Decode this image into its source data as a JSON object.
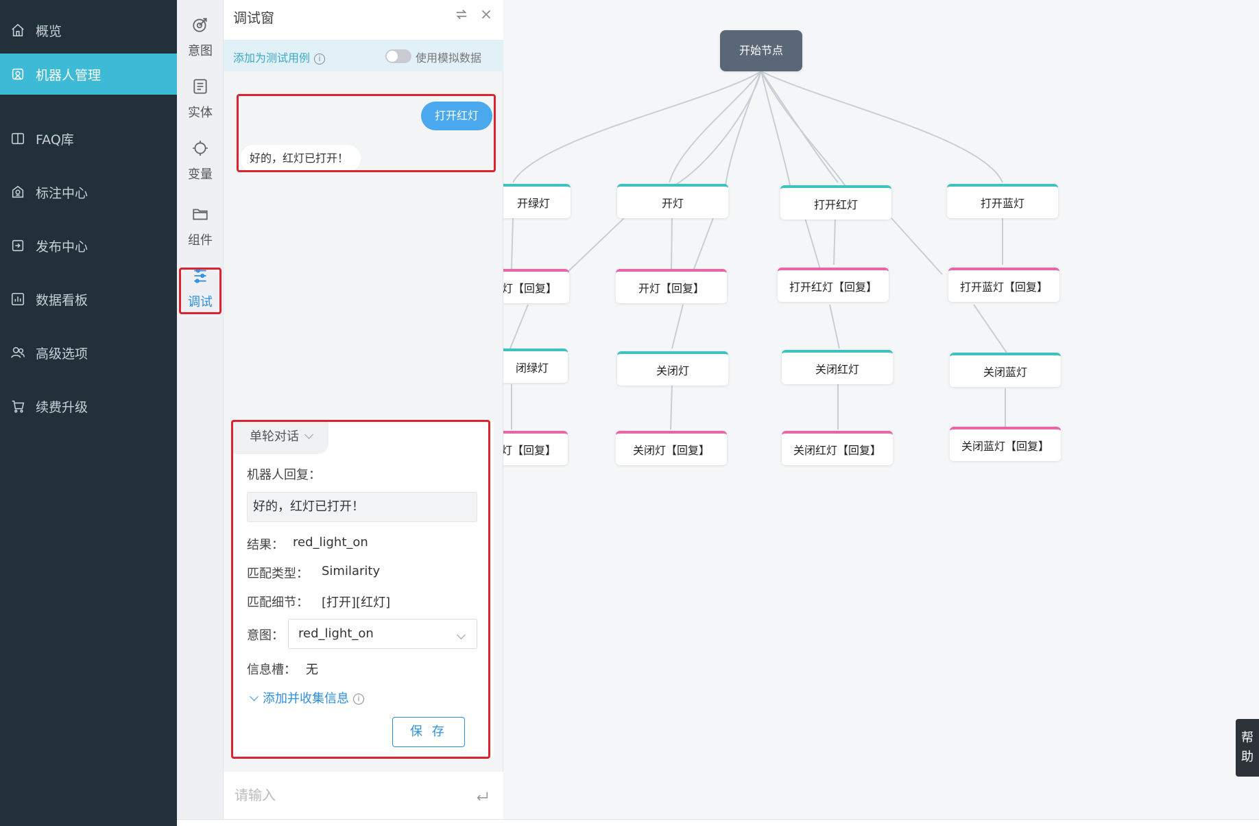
{
  "sidebar": {
    "items": [
      {
        "label": "概览",
        "icon": "home-icon",
        "active": false
      },
      {
        "label": "机器人管理",
        "icon": "robot-icon",
        "active": true
      },
      {
        "label": "FAQ库",
        "icon": "book-icon",
        "active": false
      },
      {
        "label": "标注中心",
        "icon": "tag-icon",
        "active": false
      },
      {
        "label": "发布中心",
        "icon": "publish-icon",
        "active": false
      },
      {
        "label": "数据看板",
        "icon": "chart-icon",
        "active": false
      },
      {
        "label": "高级选项",
        "icon": "users-icon",
        "active": false
      },
      {
        "label": "续费升级",
        "icon": "cart-icon",
        "active": false
      }
    ]
  },
  "rail": {
    "items": [
      {
        "label": "意图",
        "icon": "target-icon"
      },
      {
        "label": "实体",
        "icon": "document-icon"
      },
      {
        "label": "变量",
        "icon": "crosshair-icon"
      },
      {
        "label": "组件",
        "icon": "folder-icon"
      },
      {
        "label": "调试",
        "icon": "sliders-icon",
        "active": true
      }
    ]
  },
  "debug": {
    "title": "调试窗",
    "add_case": "添加为测试用例",
    "mock_toggle_label": "使用模拟数据",
    "mock_toggle_on": false,
    "user_message": "打开红灯",
    "bot_message": "好的，红灯已打开！",
    "mode": "单轮对话",
    "reply_label": "机器人回复：",
    "reply_value": "好的，红灯已打开！",
    "result_label": "结果：",
    "result_value": "red_light_on",
    "match_type_label": "匹配类型：",
    "match_type_value": "Similarity",
    "match_detail_label": "匹配细节：",
    "match_detail_value": "[打开][红灯]",
    "intent_label": "意图：",
    "intent_value": "red_light_on",
    "slot_label": "信息槽：",
    "slot_value": "无",
    "collect_link": "添加并收集信息",
    "save_button": "保 存",
    "input_placeholder": "请输入"
  },
  "flow": {
    "start": "开始节点",
    "nodes": [
      {
        "label": "开绿灯",
        "kind": "intent"
      },
      {
        "label": "开灯",
        "kind": "intent"
      },
      {
        "label": "打开红灯",
        "kind": "intent"
      },
      {
        "label": "打开蓝灯",
        "kind": "intent"
      },
      {
        "label": "灯【回复】",
        "kind": "reply"
      },
      {
        "label": "开灯【回复】",
        "kind": "reply"
      },
      {
        "label": "打开红灯【回复】",
        "kind": "reply"
      },
      {
        "label": "打开蓝灯【回复】",
        "kind": "reply"
      },
      {
        "label": "闭绿灯",
        "kind": "intent"
      },
      {
        "label": "关闭灯",
        "kind": "intent"
      },
      {
        "label": "关闭红灯",
        "kind": "intent"
      },
      {
        "label": "关闭蓝灯",
        "kind": "intent"
      },
      {
        "label": "灯【回复】",
        "kind": "reply"
      },
      {
        "label": "关闭灯【回复】",
        "kind": "reply"
      },
      {
        "label": "关闭红灯【回复】",
        "kind": "reply"
      },
      {
        "label": "关闭蓝灯【回复】",
        "kind": "reply"
      }
    ]
  },
  "help_button": "帮助",
  "colors": {
    "sidebar_bg": "#22303a",
    "active_accent": "#3cbad6",
    "primary_blue": "#2d8fe0",
    "intent_teal": "#3fc1bf",
    "reply_pink": "#e865a8",
    "highlight_red": "#d9232f"
  }
}
